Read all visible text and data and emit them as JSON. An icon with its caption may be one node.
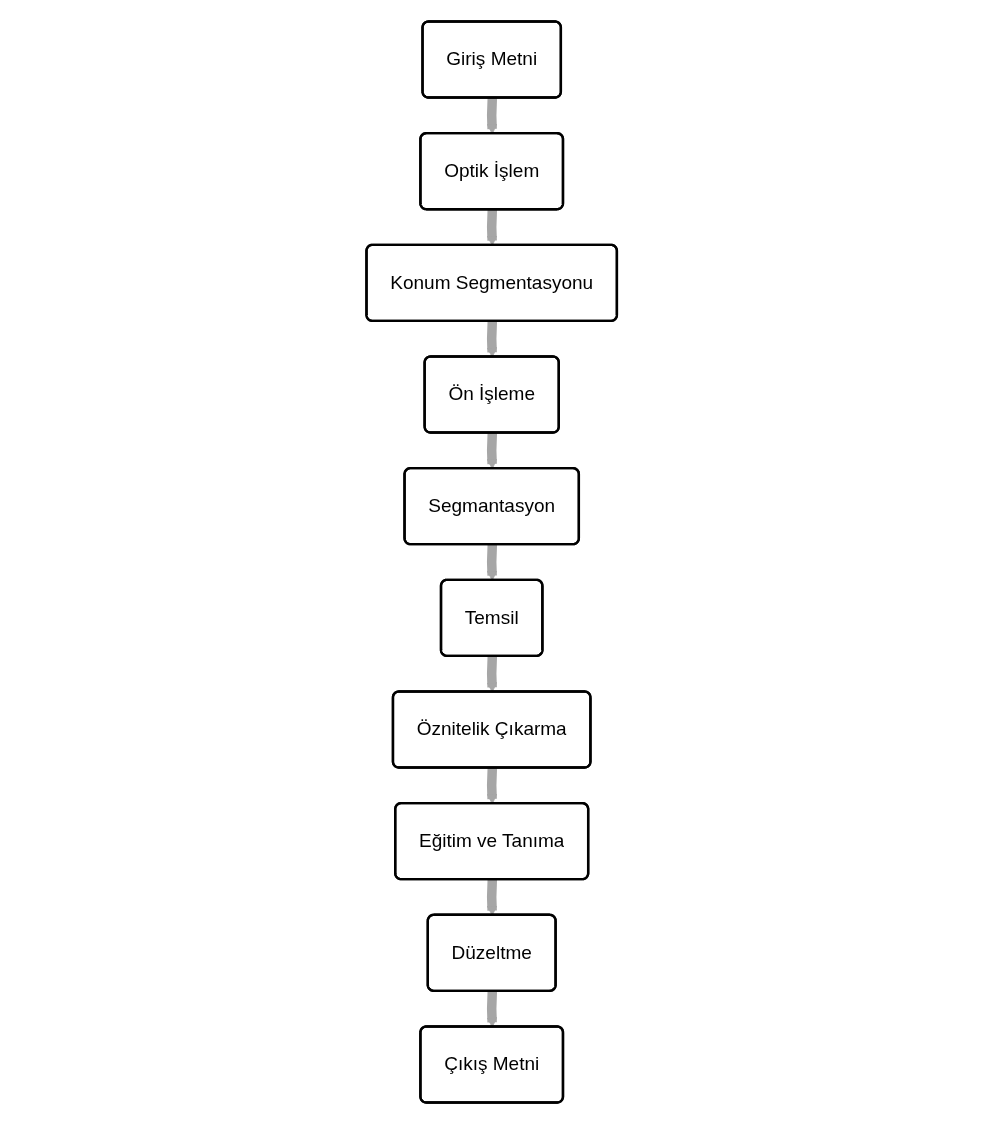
{
  "diagram": {
    "nodes": [
      {
        "text": [
          "Giriş Metni"
        ]
      },
      {
        "text": [
          "Optik İşlem"
        ]
      },
      {
        "text": [
          "Konum Segmentasyonu"
        ]
      },
      {
        "text": [
          "Ön İşleme"
        ]
      },
      {
        "text": [
          "Segmantasyon"
        ]
      },
      {
        "text": [
          "Temsil"
        ]
      },
      {
        "text": [
          "Öznitelik Çıkarma"
        ]
      },
      {
        "text": [
          "Eğitim ve Tanıma"
        ]
      },
      {
        "text": [
          "Düzeltme"
        ]
      },
      {
        "text": [
          "Çıkış Metni"
        ]
      }
    ],
    "edges": [
      {
        "from": 0,
        "to": 1,
        "arrow": "to"
      },
      {
        "from": 1,
        "to": 2,
        "arrow": "to"
      },
      {
        "from": 2,
        "to": 3,
        "arrow": "to"
      },
      {
        "from": 3,
        "to": 4,
        "arrow": "to"
      },
      {
        "from": 4,
        "to": 5,
        "arrow": "to"
      },
      {
        "from": 5,
        "to": 6,
        "arrow": "to"
      },
      {
        "from": 6,
        "to": 7,
        "arrow": "to"
      },
      {
        "from": 7,
        "to": 8,
        "arrow": "to"
      },
      {
        "from": 8,
        "to": 9,
        "arrow": "to"
      }
    ]
  }
}
